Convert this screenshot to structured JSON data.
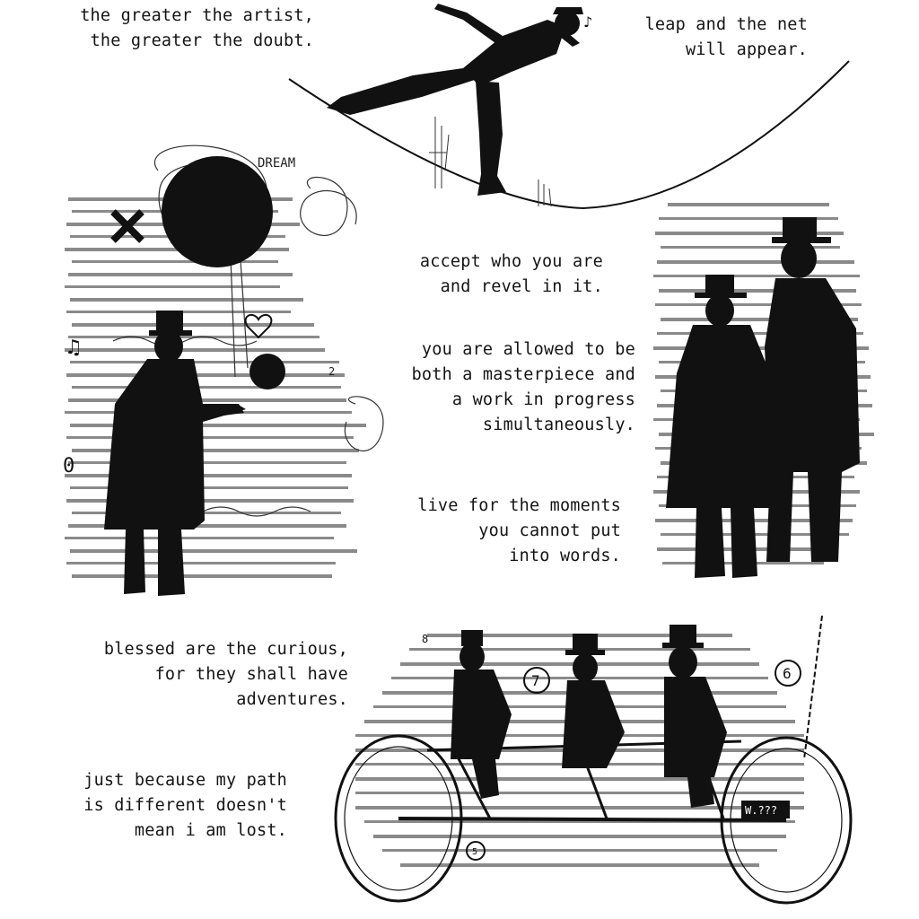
{
  "quotes": {
    "artist": [
      "the greater the artist,",
      "the greater the doubt."
    ],
    "leap": [
      "leap and the net",
      "will appear."
    ],
    "accept": [
      "accept who you are",
      "and revel in it."
    ],
    "masterpiece": [
      "you are allowed to be",
      "both a masterpiece and",
      "a work in progress",
      "simultaneously."
    ],
    "moments": [
      "live for the moments",
      "you cannot put",
      "into words."
    ],
    "curious": [
      "blessed are the curious,",
      "for they shall have",
      "adventures."
    ],
    "path": [
      "just because my path",
      "is different doesn't",
      "mean i am lost."
    ]
  },
  "art_labels": {
    "dream": "DREAM",
    "two": "2",
    "seven": "7",
    "six": "6",
    "five": "5",
    "eight": "8",
    "plate": "W.???"
  },
  "colors": {
    "ink": "#111111",
    "paper": "#ffffff",
    "scribble": "#555555"
  }
}
